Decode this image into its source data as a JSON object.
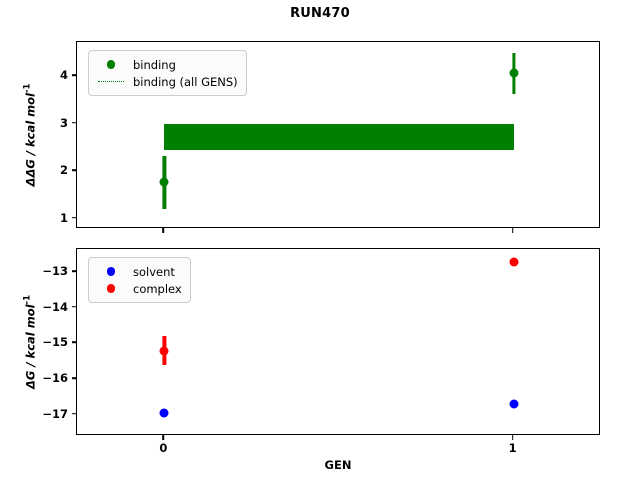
{
  "chart_data": {
    "type": "scatter",
    "title": "RUN470",
    "xlabel": "GEN",
    "x": [
      0,
      1
    ],
    "xticklabels": [
      "0",
      "1"
    ],
    "xlim": [
      -0.25,
      1.25
    ],
    "panels": [
      {
        "id": "binding",
        "ylabel": "ΔΔG / kcal mol⁻¹",
        "ylabel_base": "ΔΔG / kcal mol",
        "ylabel_exp": "-1",
        "ylim": [
          0.78,
          4.72
        ],
        "yticks": [
          1,
          2,
          3,
          4
        ],
        "yticklabels": [
          "1",
          "2",
          "3",
          "4"
        ],
        "grid": false,
        "legend_position": "upper left",
        "series": [
          {
            "name": "binding",
            "color": "#007f00",
            "marker": "o",
            "values": [
              1.76,
              4.07
            ],
            "yerr_low": [
              0.56,
              0.45
            ],
            "yerr_high": [
              0.56,
              0.41
            ]
          },
          {
            "name": "binding (all GENS)",
            "color": "#007f00",
            "style": "dotted-band",
            "band_center": 2.72,
            "band_low": 2.45,
            "band_high": 3.0,
            "x_start": 0.0,
            "x_end": 1.0
          }
        ]
      },
      {
        "id": "legs",
        "ylabel": "ΔG / kcal mol⁻¹",
        "ylabel_base": "ΔG / kcal mol",
        "ylabel_exp": "-1",
        "ylim": [
          -17.6,
          -12.35
        ],
        "yticks": [
          -17,
          -16,
          -15,
          -14,
          -13
        ],
        "yticklabels": [
          "−17",
          "−16",
          "−15",
          "−14",
          "−13"
        ],
        "grid": false,
        "legend_position": "upper left",
        "series": [
          {
            "name": "solvent",
            "color": "#0000ff",
            "marker": "o",
            "values": [
              -16.95,
              -16.7
            ],
            "yerr_low": [
              0.1,
              0.1
            ],
            "yerr_high": [
              0.1,
              0.12
            ]
          },
          {
            "name": "complex",
            "color": "#ff0000",
            "marker": "o",
            "values": [
              -15.2,
              -12.72
            ],
            "yerr_low": [
              0.42,
              0.12
            ],
            "yerr_high": [
              0.42,
              0.12
            ]
          }
        ]
      }
    ]
  },
  "figure": {
    "title": "RUN470",
    "background": "#ffffff"
  },
  "top_panel": {
    "ylabel_base": "ΔΔG / kcal mol",
    "ylabel_exp": "-1",
    "yticklabels": [
      "1",
      "2",
      "3",
      "4"
    ],
    "legend": {
      "items": [
        {
          "label": "binding",
          "key": "dot",
          "color": "#007f00"
        },
        {
          "label": "binding (all GENS)",
          "key": "dotted-line",
          "color": "#007f00"
        }
      ]
    }
  },
  "bottom_panel": {
    "ylabel_base": "ΔG / kcal mol",
    "ylabel_exp": "-1",
    "yticklabels": [
      "−17",
      "−16",
      "−15",
      "−14",
      "−13"
    ],
    "legend": {
      "items": [
        {
          "label": "solvent",
          "key": "dot",
          "color": "#0000ff"
        },
        {
          "label": "complex",
          "key": "dot",
          "color": "#ff0000"
        }
      ]
    }
  },
  "xaxis": {
    "title": "GEN",
    "ticklabels": [
      "0",
      "1"
    ]
  },
  "colors": {
    "binding": "#007f00",
    "solvent": "#0000ff",
    "complex": "#ff0000",
    "axis": "#000000"
  }
}
